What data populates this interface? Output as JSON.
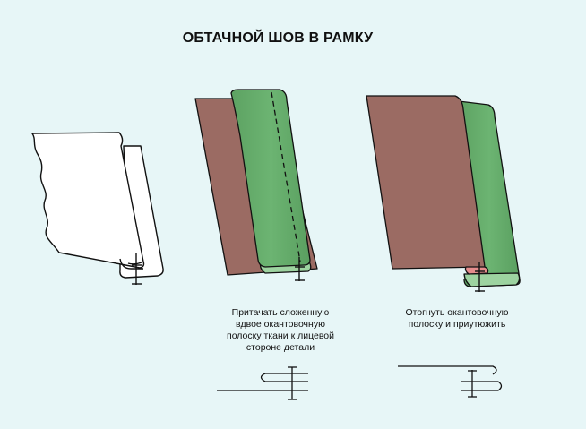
{
  "title": "ОБТАЧНОЙ ШОВ В РАМКУ",
  "steps": [
    {
      "caption_lines": [
        "Притачать сложенную",
        "вдвое окантовочную",
        "полоску ткани к лицевой",
        "стороне детали"
      ]
    },
    {
      "caption_lines": [
        "Отогнуть окантовочную",
        "полоску и приутюжить"
      ]
    }
  ],
  "colors": {
    "background": "#e7f6f7",
    "fabric_brown": "#9b6b63",
    "binding_green": "#66ad6b",
    "binding_green_light": "#9dd3a0",
    "binding_pink": "#e58d8d",
    "outline": "#111111",
    "paper": "#ffffff"
  }
}
